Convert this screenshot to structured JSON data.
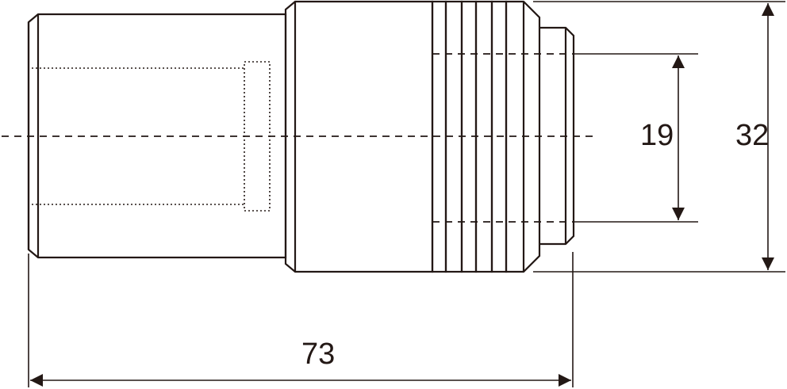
{
  "dimensions": {
    "inner_diameter": "19",
    "outer_diameter": "32",
    "total_length": "73"
  },
  "colors": {
    "line": "#231815",
    "background": "#ffffff"
  }
}
